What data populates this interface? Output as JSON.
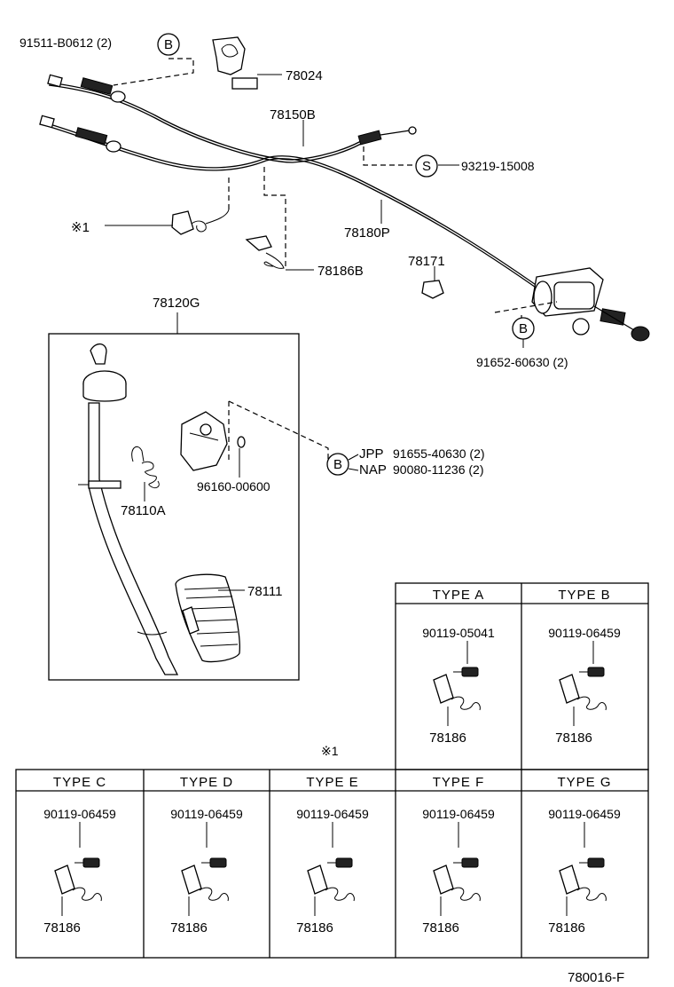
{
  "labels": {
    "p91511": "91511-B0612 (2)",
    "p78024": "78024",
    "p78150B": "78150B",
    "p93219": "93219-15008",
    "p78180P": "78180P",
    "note1": "※1",
    "p78186B": "78186B",
    "p78171": "78171",
    "p91652": "91652-60630 (2)",
    "p78120G": "78120G",
    "jpp": "JPP",
    "nap": "NAP",
    "p91655": "91655-40630 (2)",
    "p90080": "90080-11236 (2)",
    "p96160": "96160-00600",
    "p78110A": "78110A",
    "p78111": "78111",
    "note_ref": "※1",
    "figure_code": "780016-F"
  },
  "callouts": {
    "b": "B",
    "s": "S"
  },
  "types_top": [
    {
      "header": "TYPE A",
      "bolt": "90119-05041",
      "spring": "78186"
    },
    {
      "header": "TYPE B",
      "bolt": "90119-06459",
      "spring": "78186"
    }
  ],
  "types_bottom": [
    {
      "header": "TYPE C",
      "bolt": "90119-06459",
      "spring": "78186"
    },
    {
      "header": "TYPE D",
      "bolt": "90119-06459",
      "spring": "78186"
    },
    {
      "header": "TYPE E",
      "bolt": "90119-06459",
      "spring": "78186"
    },
    {
      "header": "TYPE F",
      "bolt": "90119-06459",
      "spring": "78186"
    },
    {
      "header": "TYPE G",
      "bolt": "90119-06459",
      "spring": "78186"
    }
  ]
}
